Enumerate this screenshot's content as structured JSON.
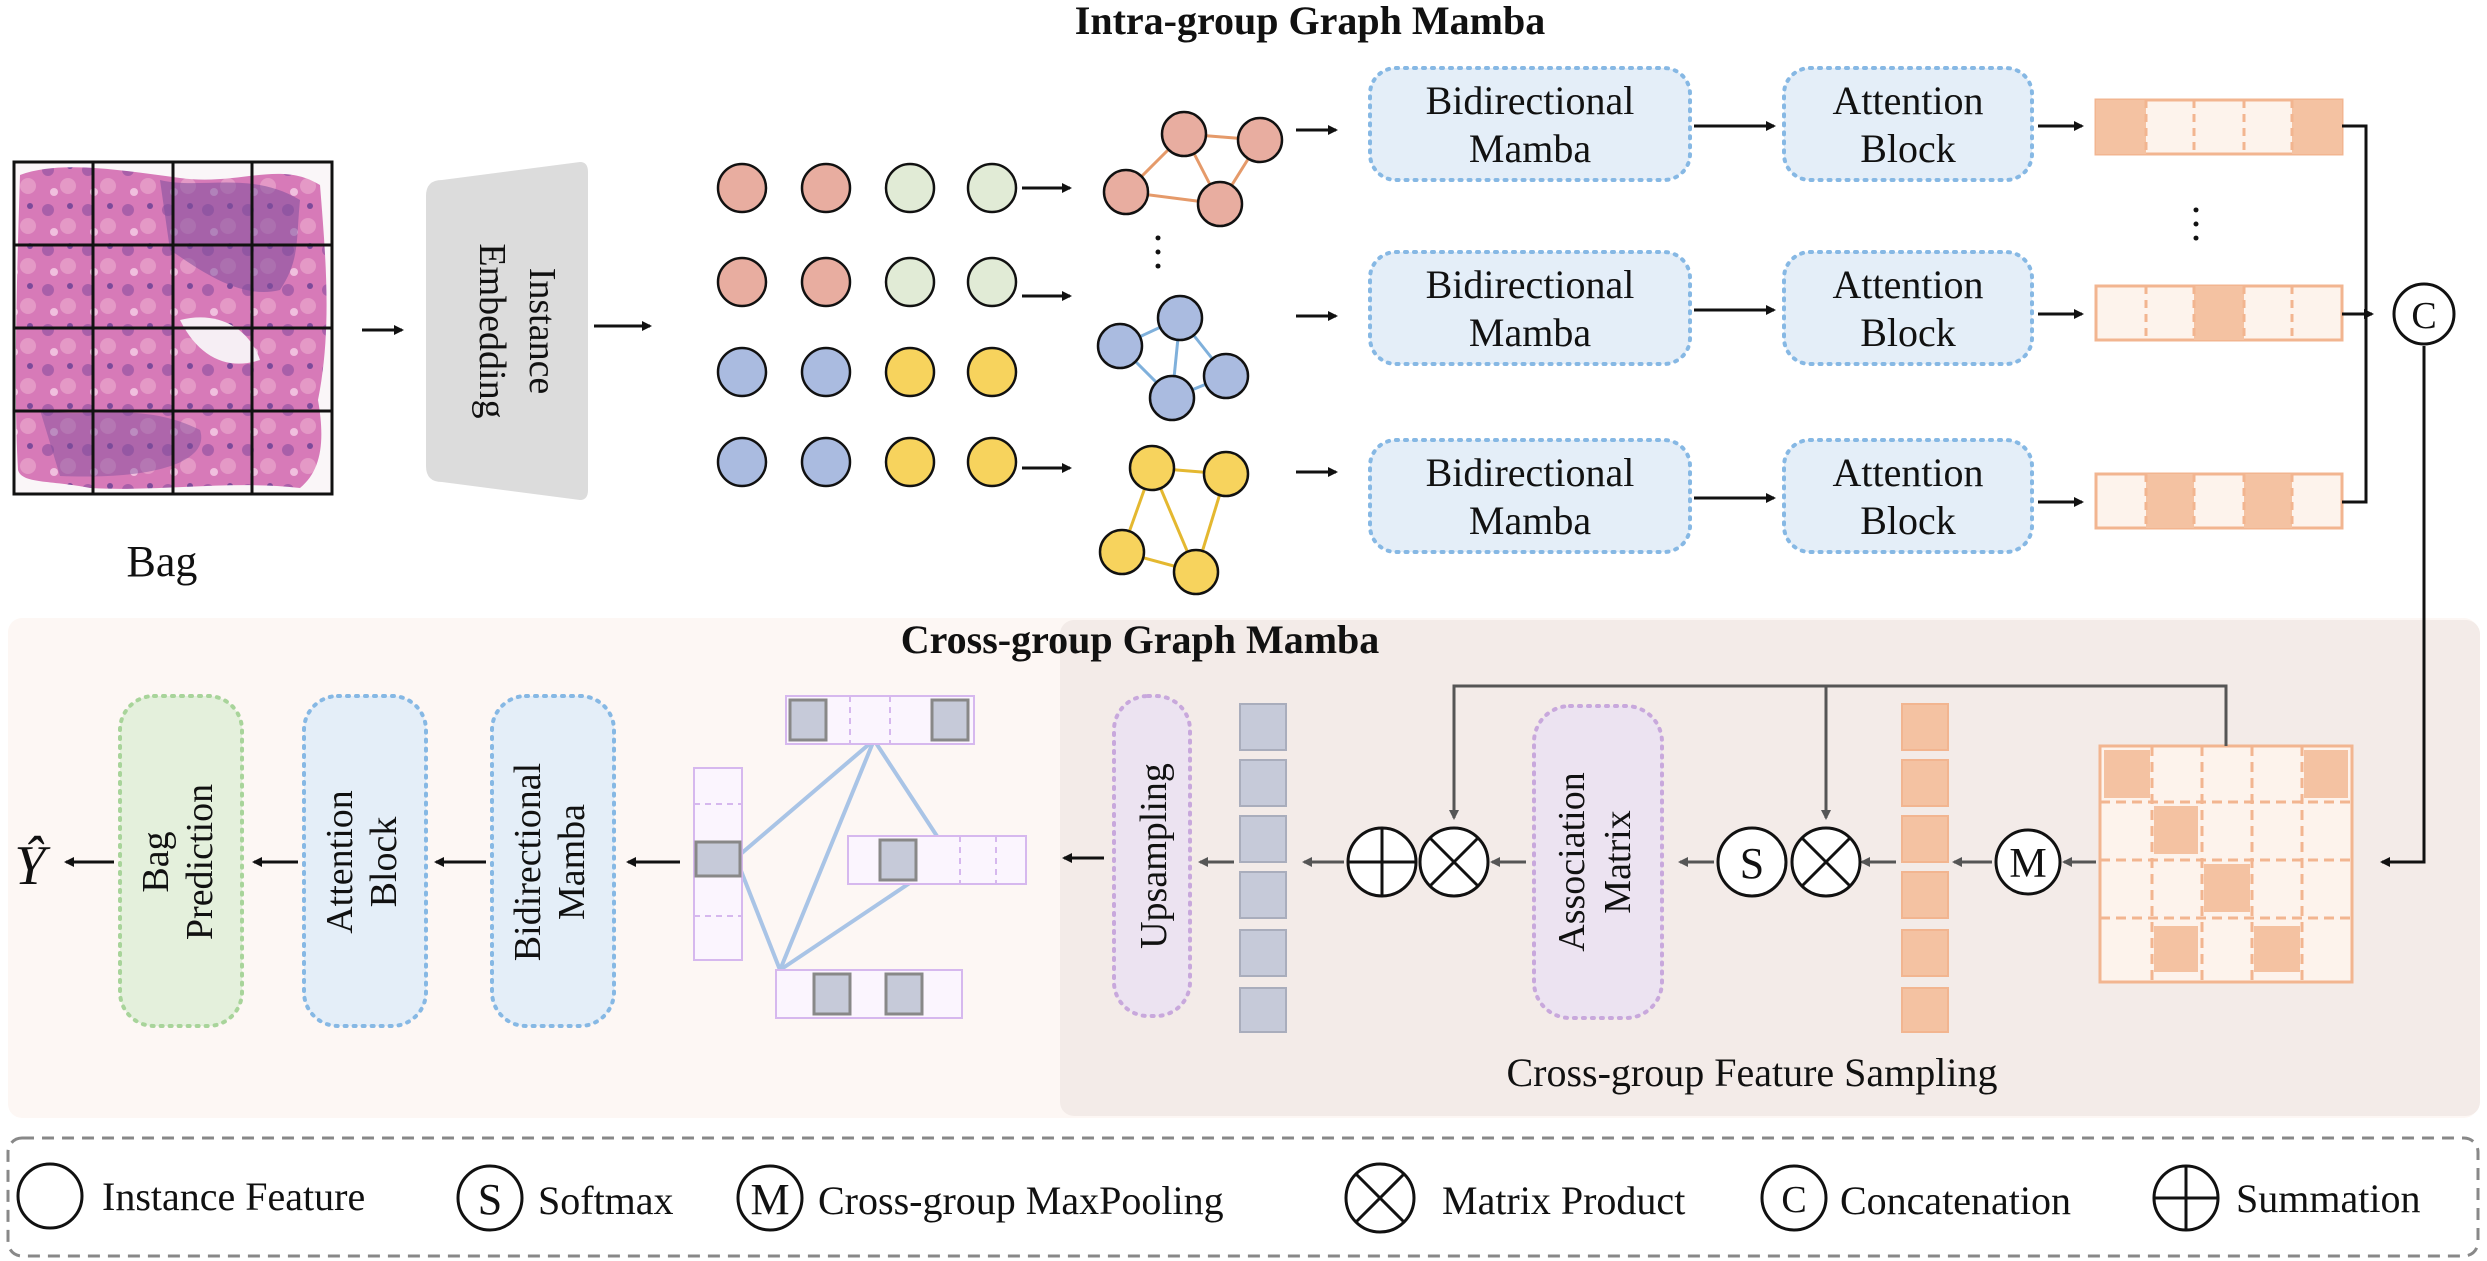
{
  "top": {
    "title": "Intra-group Graph Mamba",
    "bag_label": "Bag",
    "embedding_label": [
      "Instance",
      "Embedding"
    ],
    "rows": [
      {
        "mamba": [
          "Bidirectional",
          "Mamba"
        ],
        "attention": [
          "Attention",
          "Block"
        ]
      },
      {
        "mamba": [
          "Bidirectional",
          "Mamba"
        ],
        "attention": [
          "Attention",
          "Block"
        ]
      },
      {
        "mamba": [
          "Bidirectional",
          "Mamba"
        ],
        "attention": [
          "Attention",
          "Block"
        ]
      }
    ],
    "concat_symbol": "C"
  },
  "bottom": {
    "title": "Cross-group Graph Mamba",
    "sampling_label": "Cross-group Feature Sampling",
    "maxpool_symbol": "M",
    "softmax_symbol": "S",
    "association_label": [
      "Association",
      "Matrix"
    ],
    "upsampling_label": "Upsampling",
    "mamba_label": [
      "Bidirectional",
      "Mamba"
    ],
    "attention_label": [
      "Attention",
      "Block"
    ],
    "prediction_label": [
      "Bag",
      "Prediction"
    ],
    "output_label": "Ŷ"
  },
  "legend": [
    {
      "icon": "circle",
      "symbol": "",
      "label": "Instance Feature"
    },
    {
      "icon": "circle",
      "symbol": "S",
      "label": "Softmax"
    },
    {
      "icon": "circle",
      "symbol": "M",
      "label": "Cross-group MaxPooling"
    },
    {
      "icon": "times",
      "symbol": "",
      "label": "Matrix Product"
    },
    {
      "icon": "circle",
      "symbol": "C",
      "label": "Concatenation"
    },
    {
      "icon": "plus",
      "symbol": "",
      "label": "Summation"
    }
  ],
  "colors": {
    "node_red": "#e8ada0",
    "node_green": "#e1ebd6",
    "node_blue": "#aabbe0",
    "node_yellow": "#f7d35d",
    "edge_orange": "#e59a6a",
    "edge_blue": "#7fb0db",
    "edge_yellow": "#e4b830",
    "module_fill": "#e4eef8",
    "module_border": "#86b8e4",
    "assoc_fill": "#ece3f1",
    "assoc_border": "#c8a8dc",
    "pred_fill": "#e4f0dc",
    "pred_border": "#a8d49a",
    "feature_fill": "#f4c2a2",
    "feature_border": "#f2b590",
    "gray_feature": "#c6cad9",
    "purple_border": "#d6b8ee",
    "bg_outer": "#fdf7f4",
    "bg_inner": "#f3ebe8"
  }
}
